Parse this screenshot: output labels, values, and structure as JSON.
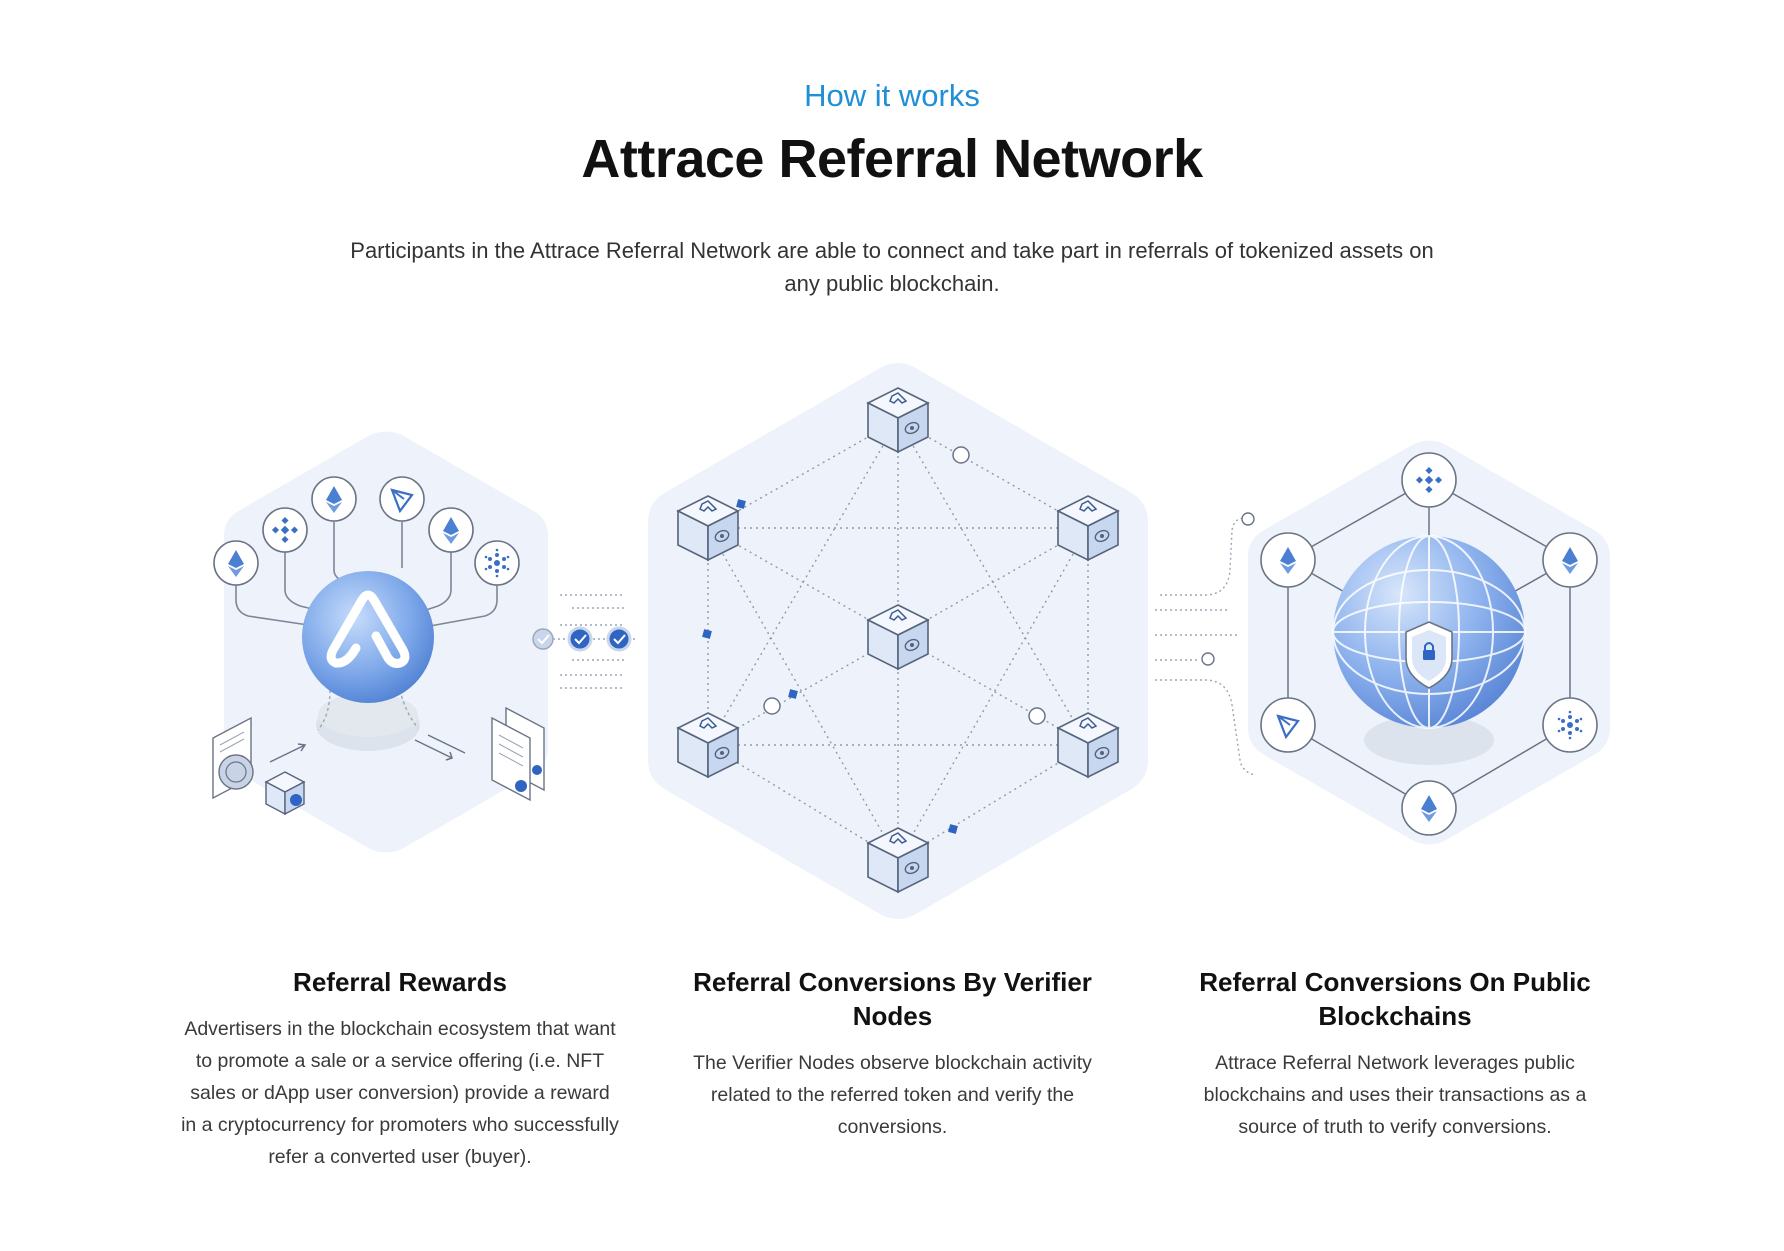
{
  "header": {
    "eyebrow": "How it works",
    "title": "Attrace Referral Network",
    "intro": "Participants in the Attrace Referral Network are able to connect and take part in referrals of tokenized assets on any public blockchain."
  },
  "illustration": {
    "left_tokens": [
      "ethereum-icon",
      "binance-icon",
      "ethereum-icon",
      "tron-icon",
      "ethereum-icon",
      "cardano-icon"
    ],
    "right_tokens": [
      "binance-icon",
      "ethereum-icon",
      "ethereum-icon",
      "tron-icon",
      "cardano-icon",
      "ethereum-icon"
    ],
    "colors": {
      "accent": "#1f8fd8",
      "node": "#5b8fd9",
      "hex_bg": "#eef3fb",
      "line": "#9aa6b6"
    }
  },
  "columns": [
    {
      "title": "Referral Rewards",
      "body": "Advertisers in the blockchain ecosystem that want to promote a sale or a service offering (i.e. NFT sales or dApp user conversion) provide a reward in a cryptocurrency for promoters who successfully refer a converted user (buyer)."
    },
    {
      "title": "Referral Conversions By Verifier Nodes",
      "body": "The Verifier Nodes observe blockchain activity related to the referred token and verify the conversions."
    },
    {
      "title": "Referral Conversions On Public Blockchains",
      "body": "Attrace Referral Network leverages public blockchains and uses their transactions as a source of truth to verify conversions."
    }
  ]
}
